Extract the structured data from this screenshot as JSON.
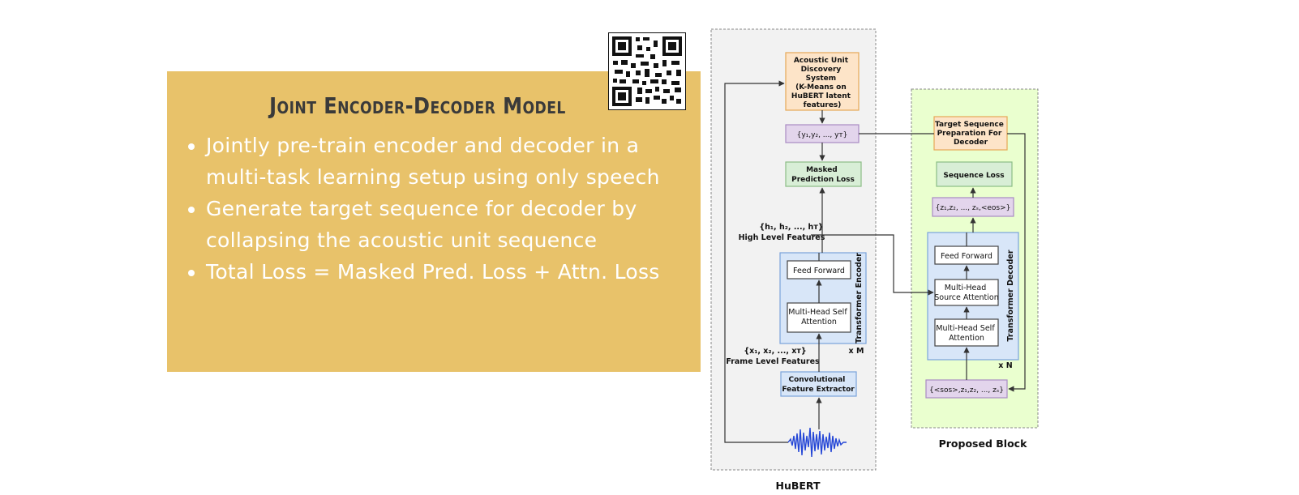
{
  "card": {
    "title": "Joint Encoder-Decoder Model",
    "bullets": [
      "Jointly pre-train encoder and decoder in a multi-task learning setup using only speech",
      "Generate target sequence for decoder by collapsing the acoustic unit sequence",
      "Total Loss = Masked Pred. Loss + Attn. Loss"
    ]
  },
  "colors": {
    "card_bg": "#e8c26a",
    "title_text": "#3a3a3a",
    "bullet_text": "#ffffff",
    "orange_box": "#fde4c8",
    "purple_box": "#e3d5ec",
    "green_box": "#d8eed6",
    "blue_box": "#d8e6f8",
    "hubert_panel": "#f2f2f2",
    "proposed_panel": "#eaffcf"
  },
  "icons": {
    "qr": "qr-code-icon",
    "waveform": "audio-waveform-icon"
  },
  "hubert": {
    "label": "HuBERT",
    "acoustic_unit": [
      "Acoustic Unit",
      "Discovery",
      "System",
      "(K-Means on",
      "HuBERT latent",
      "features)"
    ],
    "y_seq": "{y₁,y₂, ..., yᴛ}",
    "masked_loss": [
      "Masked",
      "Prediction Loss"
    ],
    "h_seq": "{h₁, h₂, ..., hᴛ}",
    "high_level": "High Level Features",
    "feed_forward": "Feed Forward",
    "mhsa": [
      "Multi-Head Self",
      "Attention"
    ],
    "encoder_label": "Transformer Encoder",
    "x_m": "x M",
    "x_seq": "{x₁, x₂, ..., xᴛ}",
    "frame_level": "Frame Level Features",
    "conv": [
      "Convolutional",
      "Feature Extractor"
    ]
  },
  "proposed": {
    "label": "Proposed Block",
    "target_prep": [
      "Target Sequence",
      "Preparation For",
      "Decoder"
    ],
    "seq_loss": "Sequence Loss",
    "z_out": "{z₁,z₂, ..., zₛ,<eos>}",
    "feed_forward": "Feed Forward",
    "src_attn": [
      "Multi-Head",
      "Source Attention"
    ],
    "mhsa": [
      "Multi-Head Self",
      "Attention"
    ],
    "decoder_label": "Transformer Decoder",
    "x_n": "x N",
    "z_in": "{<sos>,z₁,z₂, ..., zₛ}"
  }
}
